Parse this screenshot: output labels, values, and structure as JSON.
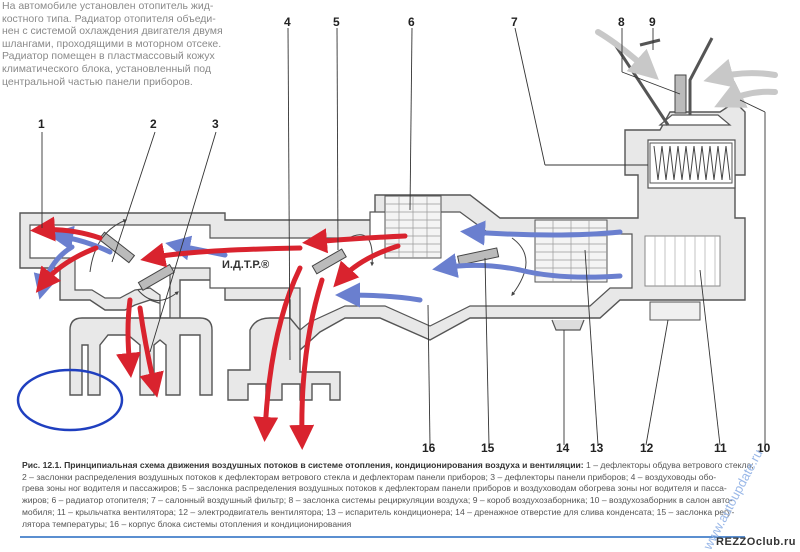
{
  "intro_lines": [
    "На автомобиле установлен отопитель жид-",
    "костного типа. Радиатор отопителя объеди-",
    "нен с системой охлаждения двигателя двумя",
    "шлангами, проходящими в моторном отсеке.",
    "Радиатор помещен в пластмассовый кожух",
    "климатического блока, установленный под",
    "центральной частью панели приборов."
  ],
  "diagram": {
    "brand_mark": "И.Д.Т.Р.®",
    "callouts": [
      "1",
      "2",
      "3",
      "4",
      "5",
      "6",
      "7",
      "8",
      "9",
      "10",
      "11",
      "12",
      "13",
      "14",
      "15",
      "16"
    ],
    "colors": {
      "outline": "#555555",
      "fill": "#e8e8e8",
      "hot_air": "#d9232e",
      "cold_air": "#6a7fcf",
      "intake_air": "#c8c8c8",
      "highlight_circle": "#1f3fbf"
    }
  },
  "caption": {
    "title": "Рис. 12.1. Принципиальная схема движения воздушных потоков в системе отопления, кондиционирования воздуха и вентиляции:",
    "lines": [
      "1 – дефлекторы обдува ветрового стекла;",
      "2 – заслонки распределения воздушных потоков к дефлекторам ветрового стекла и дефлекторам панели приборов; 3 – дефлекторы панели приборов; 4 – воздуховоды обо-",
      "грева зоны ног водителя и пассажиров; 5 – заслонка распределения воздушных потоков к дефлекторам панели приборов и воздуховодам обогрева зоны ног водителя и пасса-",
      "жиров; 6 – радиатор отопителя; 7 – салонный воздушный фильтр; 8 – заслонка системы рециркуляции воздуха; 9 – короб воздухозаборника; 10 – воздухозаборник в салон авто-",
      "мобиля; 11 – крыльчатка вентилятора; 12 – электродвигатель вентилятора; 13 – испаритель кондиционера; 14 – дренажное отверстие для слива конденсата; 15 – заслонка регу-",
      "лятора температуры; 16 – корпус блока системы отопления и кондиционирования"
    ]
  },
  "watermark": "www.autoupdate.ru",
  "logo": "REZZOclub.ru"
}
